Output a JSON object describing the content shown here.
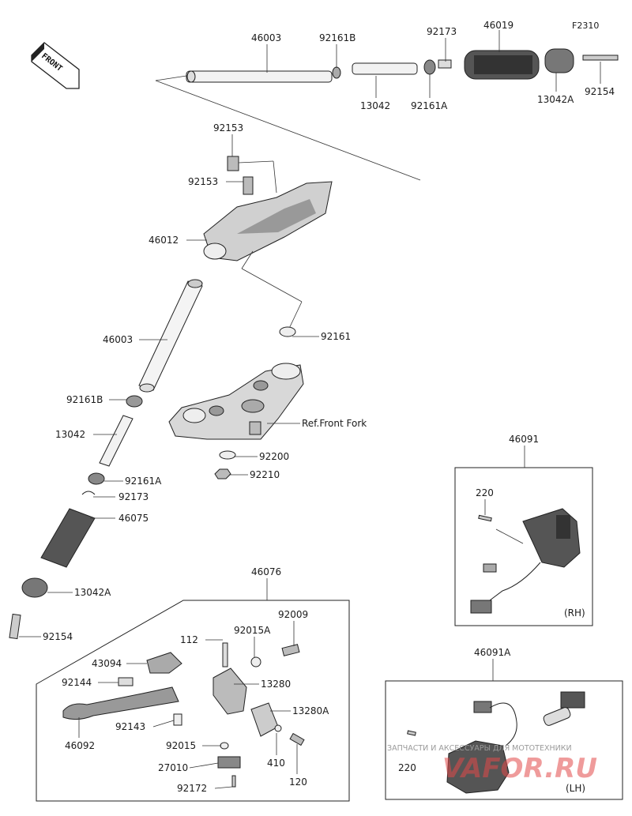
{
  "diagram_code": "F2310",
  "front_label": "FRONT",
  "labels": {
    "p46003_top": "46003",
    "p92161B_top": "92161B",
    "p92173_top": "92173",
    "p46019": "46019",
    "p13042_top": "13042",
    "p92161A_top": "92161A",
    "p13042A_top": "13042A",
    "p92154_top": "92154",
    "p92153_a": "92153",
    "p92153_b": "92153",
    "p46012": "46012",
    "p46003_mid": "46003",
    "p92161": "92161",
    "p92161B_mid": "92161B",
    "p13042_mid": "13042",
    "p92161A_mid": "92161A",
    "p92173_mid": "92173",
    "p46075": "46075",
    "p13042A_mid": "13042A",
    "p92154_mid": "92154",
    "ref_front_fork": "Ref.Front Fork",
    "p92200": "92200",
    "p92210": "92210",
    "p46091": "46091",
    "p220_rh": "220",
    "rh": "(RH)",
    "p46091A": "46091A",
    "p220_lh": "220",
    "lh": "(LH)",
    "p46076": "46076",
    "p112": "112",
    "p92015A": "92015A",
    "p92009": "92009",
    "p43094": "43094",
    "p13280": "13280",
    "p92144": "92144",
    "p13280A": "13280A",
    "p92143": "92143",
    "p46092": "46092",
    "p92015": "92015",
    "p410": "410",
    "p120": "120",
    "p27010": "27010",
    "p92172": "92172"
  },
  "watermark": {
    "line1": "ЗАПЧАСТИ И АКСЕССУАРЫ ДЛЯ МОТОТЕХНИКИ",
    "line2": "VAFOR.RU"
  }
}
